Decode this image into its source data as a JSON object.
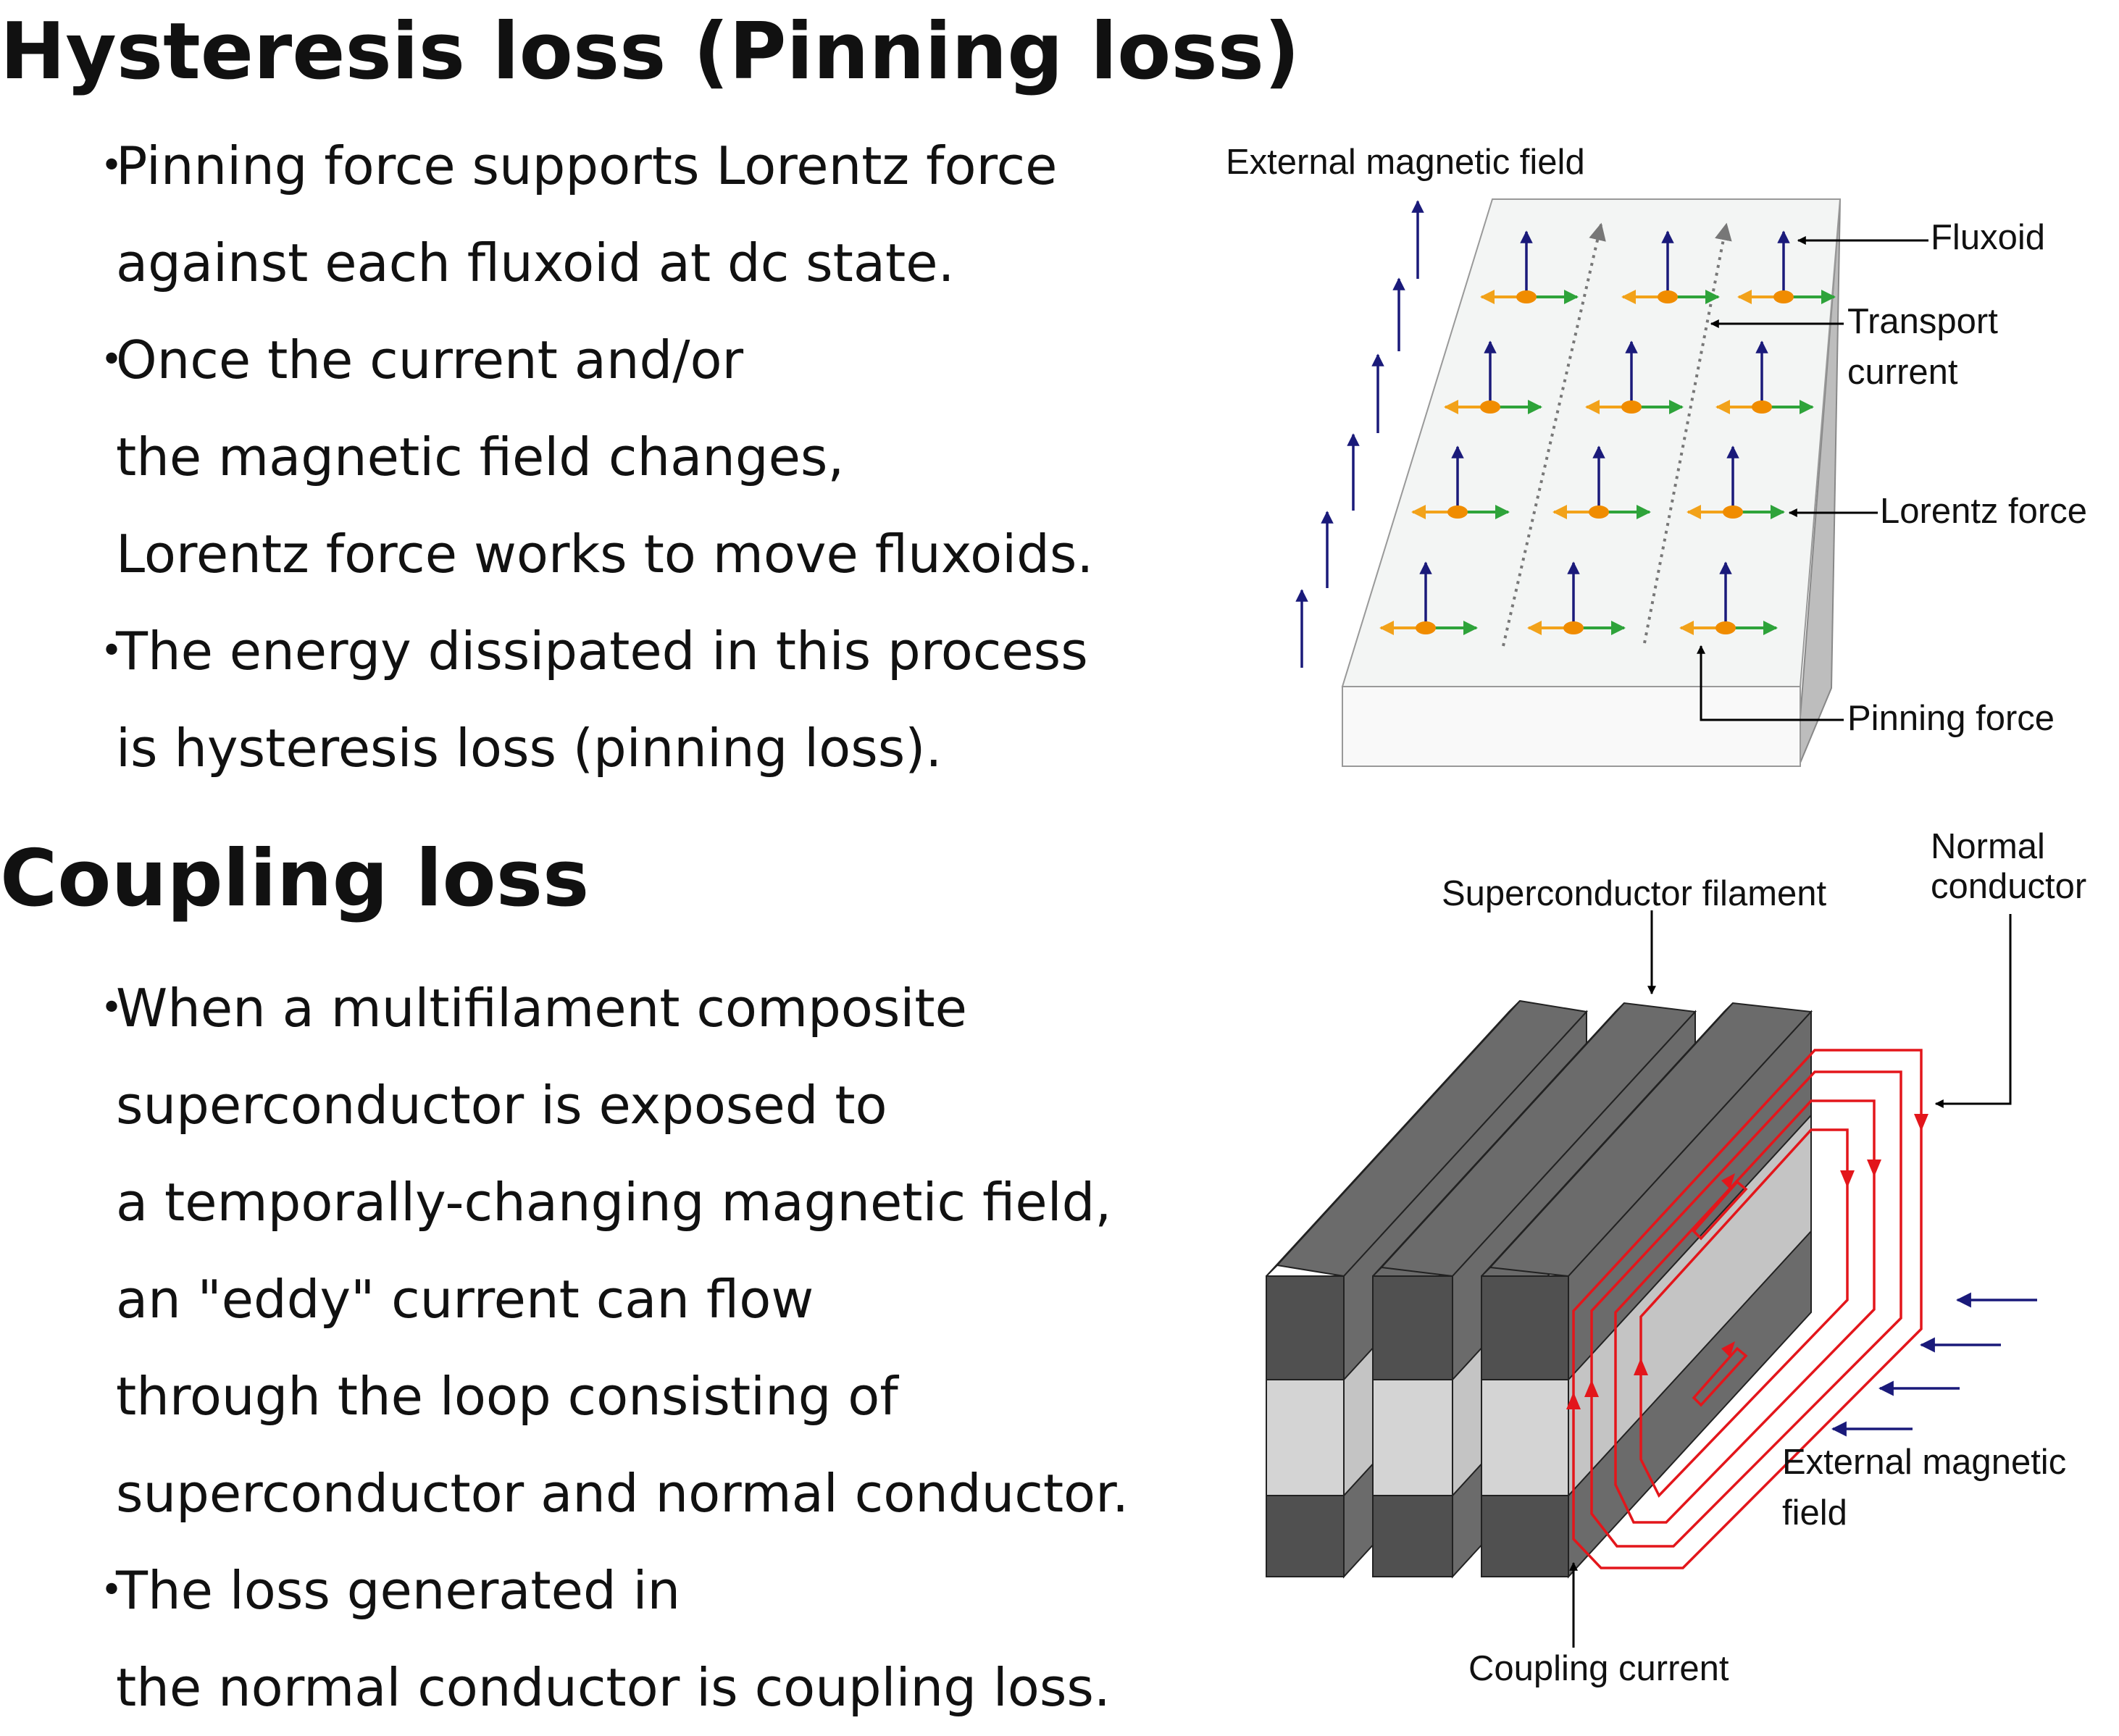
{
  "hysteresis": {
    "heading": "Hysteresis loss (Pinning loss)",
    "bullets": [
      {
        "lines": [
          "Pinning force supports Lorentz force",
          "against each fluxoid at dc state."
        ]
      },
      {
        "lines": [
          "Once the current and/or",
          "the magnetic field changes,",
          "Lorentz force works to move fluxoids."
        ]
      },
      {
        "lines": [
          "The energy dissipated in this process",
          "is hysteresis loss (pinning loss)."
        ]
      }
    ],
    "figure": {
      "labels": {
        "external_field": "External magnetic field",
        "fluxoid": "Fluxoid",
        "transport_line1": "Transport",
        "transport_line2": "current",
        "lorentz": "Lorentz force",
        "pinning": "Pinning force"
      }
    }
  },
  "coupling": {
    "heading": "Coupling loss",
    "bullets": [
      {
        "lines": [
          "When a multifilament composite",
          "superconductor is exposed to",
          "a temporally-changing magnetic field,",
          "an \"eddy\" current can flow",
          "through the loop consisting of",
          "superconductor and normal conductor."
        ]
      },
      {
        "lines": [
          "The loss generated in",
          "the normal conductor is coupling loss."
        ]
      }
    ],
    "figure": {
      "labels": {
        "filament": "Superconductor filament",
        "normal_line1": "Normal",
        "normal_line2": "conductor",
        "external_line1": "External magnetic",
        "external_line2": "field",
        "coupling_current": "Coupling current"
      }
    }
  },
  "bullet_glyph": "・",
  "colors": {
    "field_arrow": "#1a1a7a",
    "pinning_arrow": "#f2a21a",
    "lorentz_arrow": "#2ea33a",
    "fluxoid_dot": "#f08c00",
    "transport_line": "#777777",
    "plate_top": "#f3f5f4",
    "filament_dark": "#6b6b6b",
    "filament_front": "#505050",
    "normal_band": "#c4c4c4",
    "coupling_current": "#e3161b"
  }
}
